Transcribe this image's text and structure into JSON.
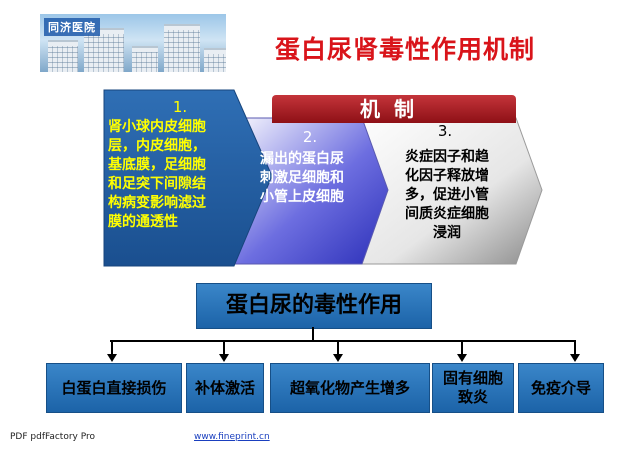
{
  "header": {
    "logo_text": "同济医院",
    "title": "蛋白尿肾毒性作用机制"
  },
  "mechanism": {
    "label": "机制",
    "steps": [
      {
        "number": "1.",
        "text": "肾小球内皮细胞层，内皮细胞，基底膜，足细胞和足突下间隙结构病变影响滤过膜的通透性",
        "lines": [
          "肾小球内皮细胞",
          "层，内皮细胞，",
          "基底膜，足细胞",
          "和足突下间隙结",
          "构病变影响滤过",
          "膜的通透性"
        ]
      },
      {
        "number": "2.",
        "text": "漏出的蛋白尿刺激足细胞和小管上皮细胞",
        "lines": [
          "漏出的蛋白尿",
          "刺激足细胞和",
          "小管上皮细胞"
        ]
      },
      {
        "number": "3.",
        "text": "炎症因子和趋化因子释放增多，促进小管间质炎症细胞浸润",
        "lines": [
          "炎症因子和趋",
          "化因子释放增",
          "多，促进小管",
          "间质炎症细胞",
          "浸润"
        ]
      }
    ]
  },
  "tree": {
    "root": "蛋白尿的毒性作用",
    "leaves": [
      {
        "label": "白蛋白直接损伤",
        "lines": [
          "白蛋白直接损伤"
        ]
      },
      {
        "label": "补体激活",
        "lines": [
          "补体激活"
        ]
      },
      {
        "label": "超氧化物产生增多",
        "lines": [
          "超氧化物产生增多"
        ]
      },
      {
        "label": "固有细胞致炎",
        "lines": [
          "固有细胞",
          "致炎"
        ]
      },
      {
        "label": "免疫介导",
        "lines": [
          "免疫介导"
        ]
      }
    ]
  },
  "footer": {
    "left": "PDF   pdfFactory Pro",
    "right": "www.fineprint.cn"
  },
  "colors": {
    "title_red": "#d9141a",
    "step1_text": "#ffff00",
    "box_blue": "#1c63a8",
    "mech_bar": "#a3181e"
  }
}
